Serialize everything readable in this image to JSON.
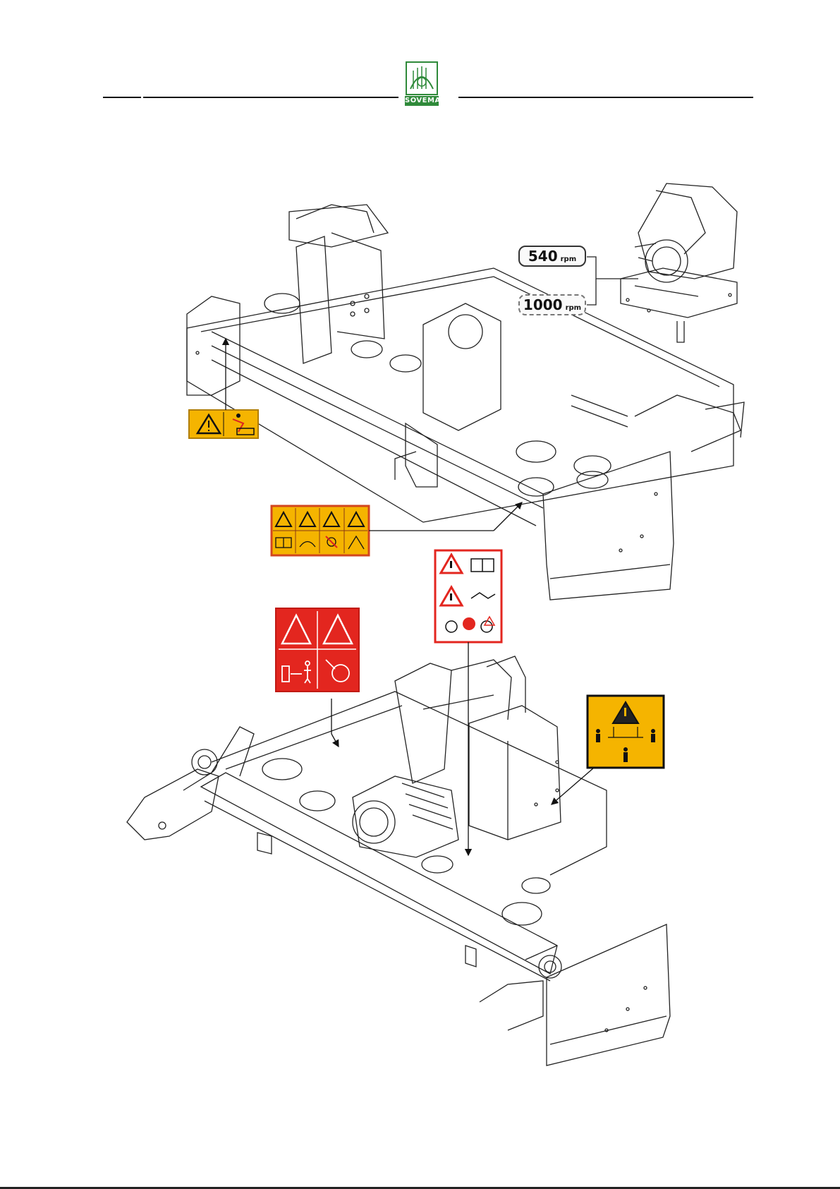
{
  "header": {
    "logo_text": "SOVEMA"
  },
  "gearbox_speeds": [
    {
      "value": "540",
      "unit": "rpm"
    },
    {
      "value": "1000",
      "unit": "rpm"
    }
  ],
  "colors": {
    "warning_yellow": "#f5b400",
    "danger_red": "#e3261f",
    "logo_green": "#2f8a3a"
  },
  "icons": [
    "warning-triangle-icon",
    "gearbox-illustration",
    "machine-frame-illustration"
  ]
}
